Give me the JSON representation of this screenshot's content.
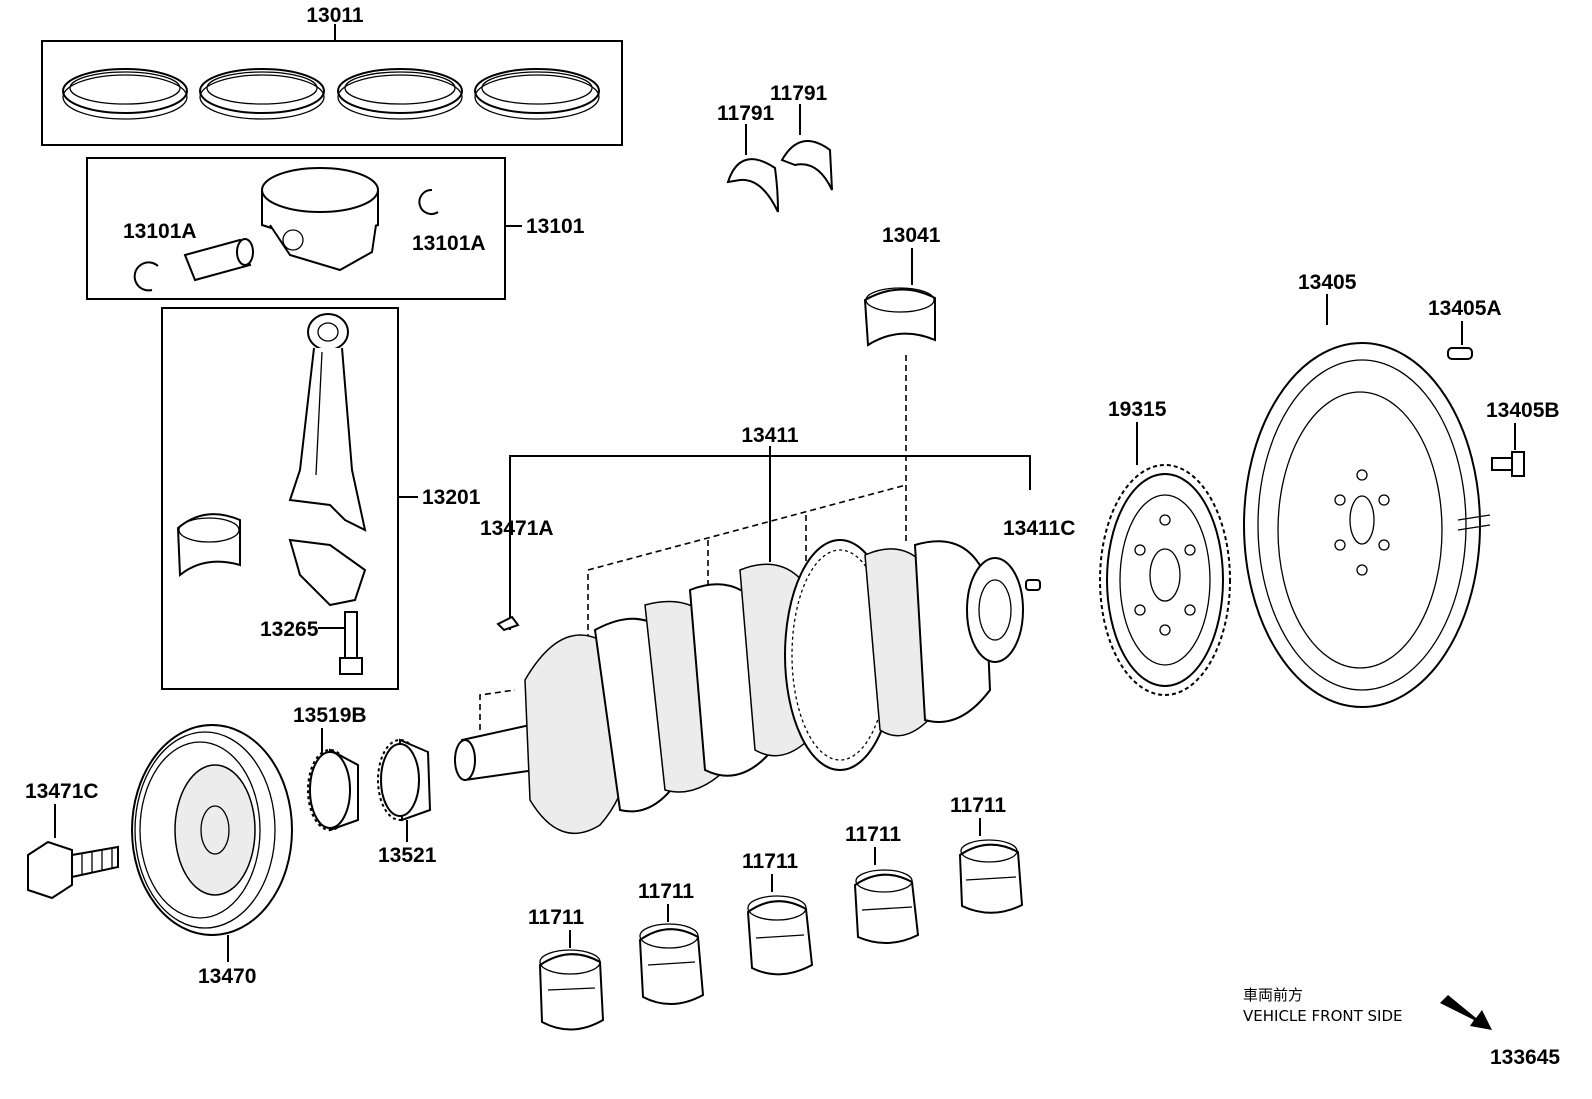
{
  "labels": {
    "piston_ring_set": "13011",
    "piston_sub_assy": "13101",
    "piston_pin_clip_left": "13101A",
    "piston_pin_clip_right": "13101A",
    "connecting_rod_assy": "13201",
    "conrod_bolt": "13265",
    "thrust_washer_a": "11791",
    "thrust_washer_b": "11791",
    "conrod_bearing": "13041",
    "crankshaft": "13411",
    "crankshaft_key": "13471A",
    "crankshaft_pin": "13411C",
    "crank_position_rotor": "19315",
    "drive_plate": "13405",
    "drive_plate_pin": "13405A",
    "drive_plate_bolt": "13405B",
    "gear_13519b": "13519B",
    "gear_13521": "13521",
    "pulley_bolt": "13471C",
    "crankshaft_pulley": "13470",
    "main_bearing_1": "11711",
    "main_bearing_2": "11711",
    "main_bearing_3": "11711",
    "main_bearing_4": "11711",
    "main_bearing_5": "11711"
  },
  "orientation_note": {
    "japanese": "車両前方",
    "english": "VEHICLE FRONT SIDE"
  },
  "diagram_id": "133645",
  "icons": {
    "direction": "arrow-down-right-icon"
  }
}
